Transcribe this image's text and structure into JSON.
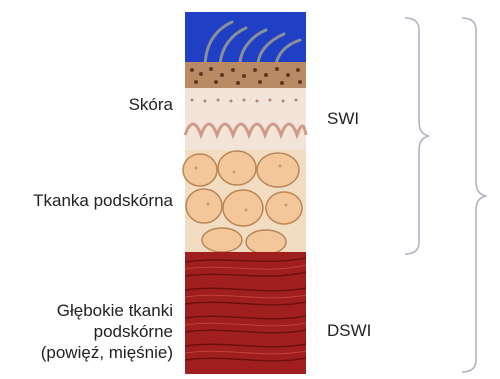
{
  "labels": {
    "skin": "Skóra",
    "subcutaneous": "Tkanka podskórna",
    "deep_line1": "Głębokie tkanki",
    "deep_line2": "podskórne",
    "deep_line3": "(powięź, mięśnie)",
    "swi": "SWI",
    "dswi": "DSWI"
  },
  "colors": {
    "background_blue": "#1f3fc4",
    "hair": "#8a8f98",
    "epidermis": "#8a5a3a",
    "dermis": "#f2e4d8",
    "fat": "#f3c79a",
    "fat_outline": "#b98656",
    "muscle": "#a01e1e",
    "bracket": "#aab2bd"
  }
}
